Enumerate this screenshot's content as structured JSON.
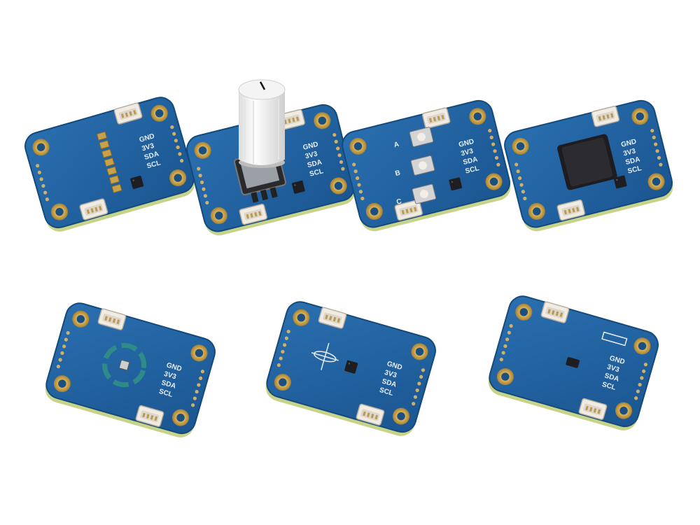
{
  "modules": [
    {
      "name": "pixels-module",
      "pins": [
        "GND",
        "3V3",
        "SDA",
        "SCL"
      ]
    },
    {
      "name": "knob-module",
      "pins": [
        "GND",
        "3V3",
        "SDA",
        "SCL"
      ]
    },
    {
      "name": "buttons-module",
      "pins": [
        "GND",
        "3V3",
        "SDA",
        "SCL"
      ],
      "button_labels": [
        "A",
        "B",
        "C"
      ]
    },
    {
      "name": "buzzer-module",
      "pins": [
        "GND",
        "3V3",
        "SDA",
        "SCL"
      ]
    },
    {
      "name": "thermo-module",
      "pins": [
        "GND",
        "3V3",
        "SDA",
        "SCL"
      ]
    },
    {
      "name": "movement-module",
      "pins": [
        "GND",
        "3V3",
        "SDA",
        "SCL"
      ]
    },
    {
      "name": "distance-module",
      "pins": [
        "GND",
        "3V3",
        "SDA",
        "SCL"
      ]
    }
  ],
  "colors": {
    "board": "#1f5f9c",
    "board_edge": "#0f3f6e",
    "pcb_side": "#c9d48a",
    "pad_gold": "#c9a24a",
    "connector": "#efe9df",
    "chip": "#1e1e22"
  }
}
